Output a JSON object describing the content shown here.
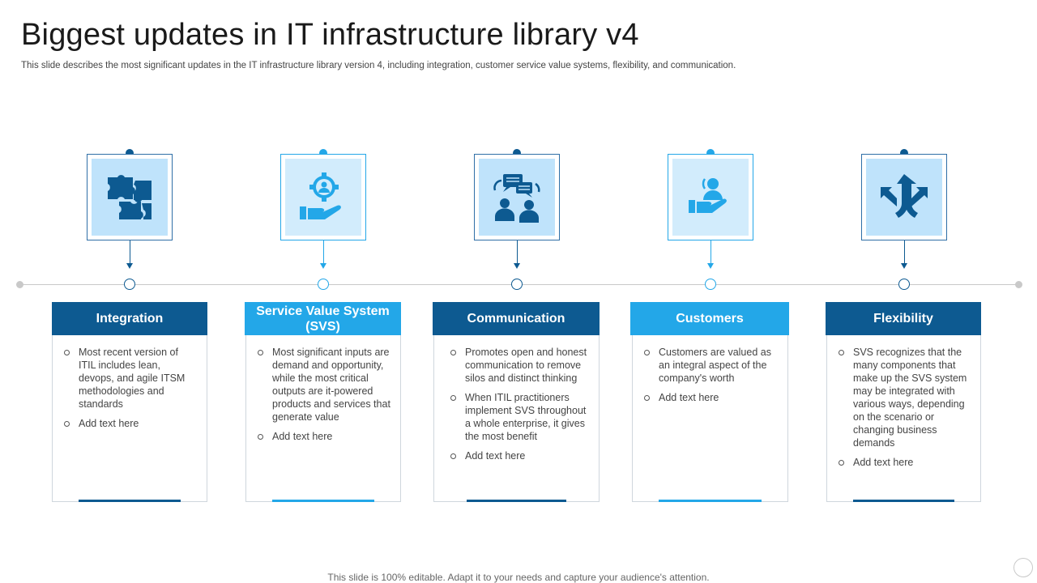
{
  "slide": {
    "title": "Biggest updates in IT infrastructure library v4",
    "subtitle": "This slide describes the most significant updates in the IT infrastructure library version 4, including integration, customer service value systems, flexibility, and communication.",
    "footer": "This slide is 100% editable. Adapt it to your needs and capture your audience's attention."
  },
  "colors": {
    "dark_blue": "#0d5a91",
    "light_blue": "#23a7e8",
    "icon_bg": "#bfe3fb"
  },
  "items": [
    {
      "header": "Integration",
      "icon": "puzzle-icon",
      "bullets": [
        "Most recent version of ITIL includes lean, devops, and agile ITSM methodologies and standards",
        "Add text here"
      ]
    },
    {
      "header": "Service Value System (SVS)",
      "icon": "hand-gear-person-icon",
      "bullets": [
        "Most significant inputs are demand and opportunity, while the most critical outputs are it-powered products and services that generate value",
        "Add text here"
      ]
    },
    {
      "header": "Communication",
      "icon": "people-chat-icon",
      "bullets": [
        "Promotes open and honest communication to remove silos and distinct thinking",
        "When ITIL practitioners implement SVS throughout a whole enterprise, it gives the most benefit",
        "Add text here"
      ]
    },
    {
      "header": "Customers",
      "icon": "hand-customer-icon",
      "bullets": [
        "Customers are valued as an integral aspect of the company's worth",
        "Add text here"
      ]
    },
    {
      "header": "Flexibility",
      "icon": "split-arrows-icon",
      "bullets": [
        "SVS recognizes that the many components that make up the SVS system may be integrated with various ways, depending on the scenario or changing business demands",
        "Add text here"
      ]
    }
  ]
}
